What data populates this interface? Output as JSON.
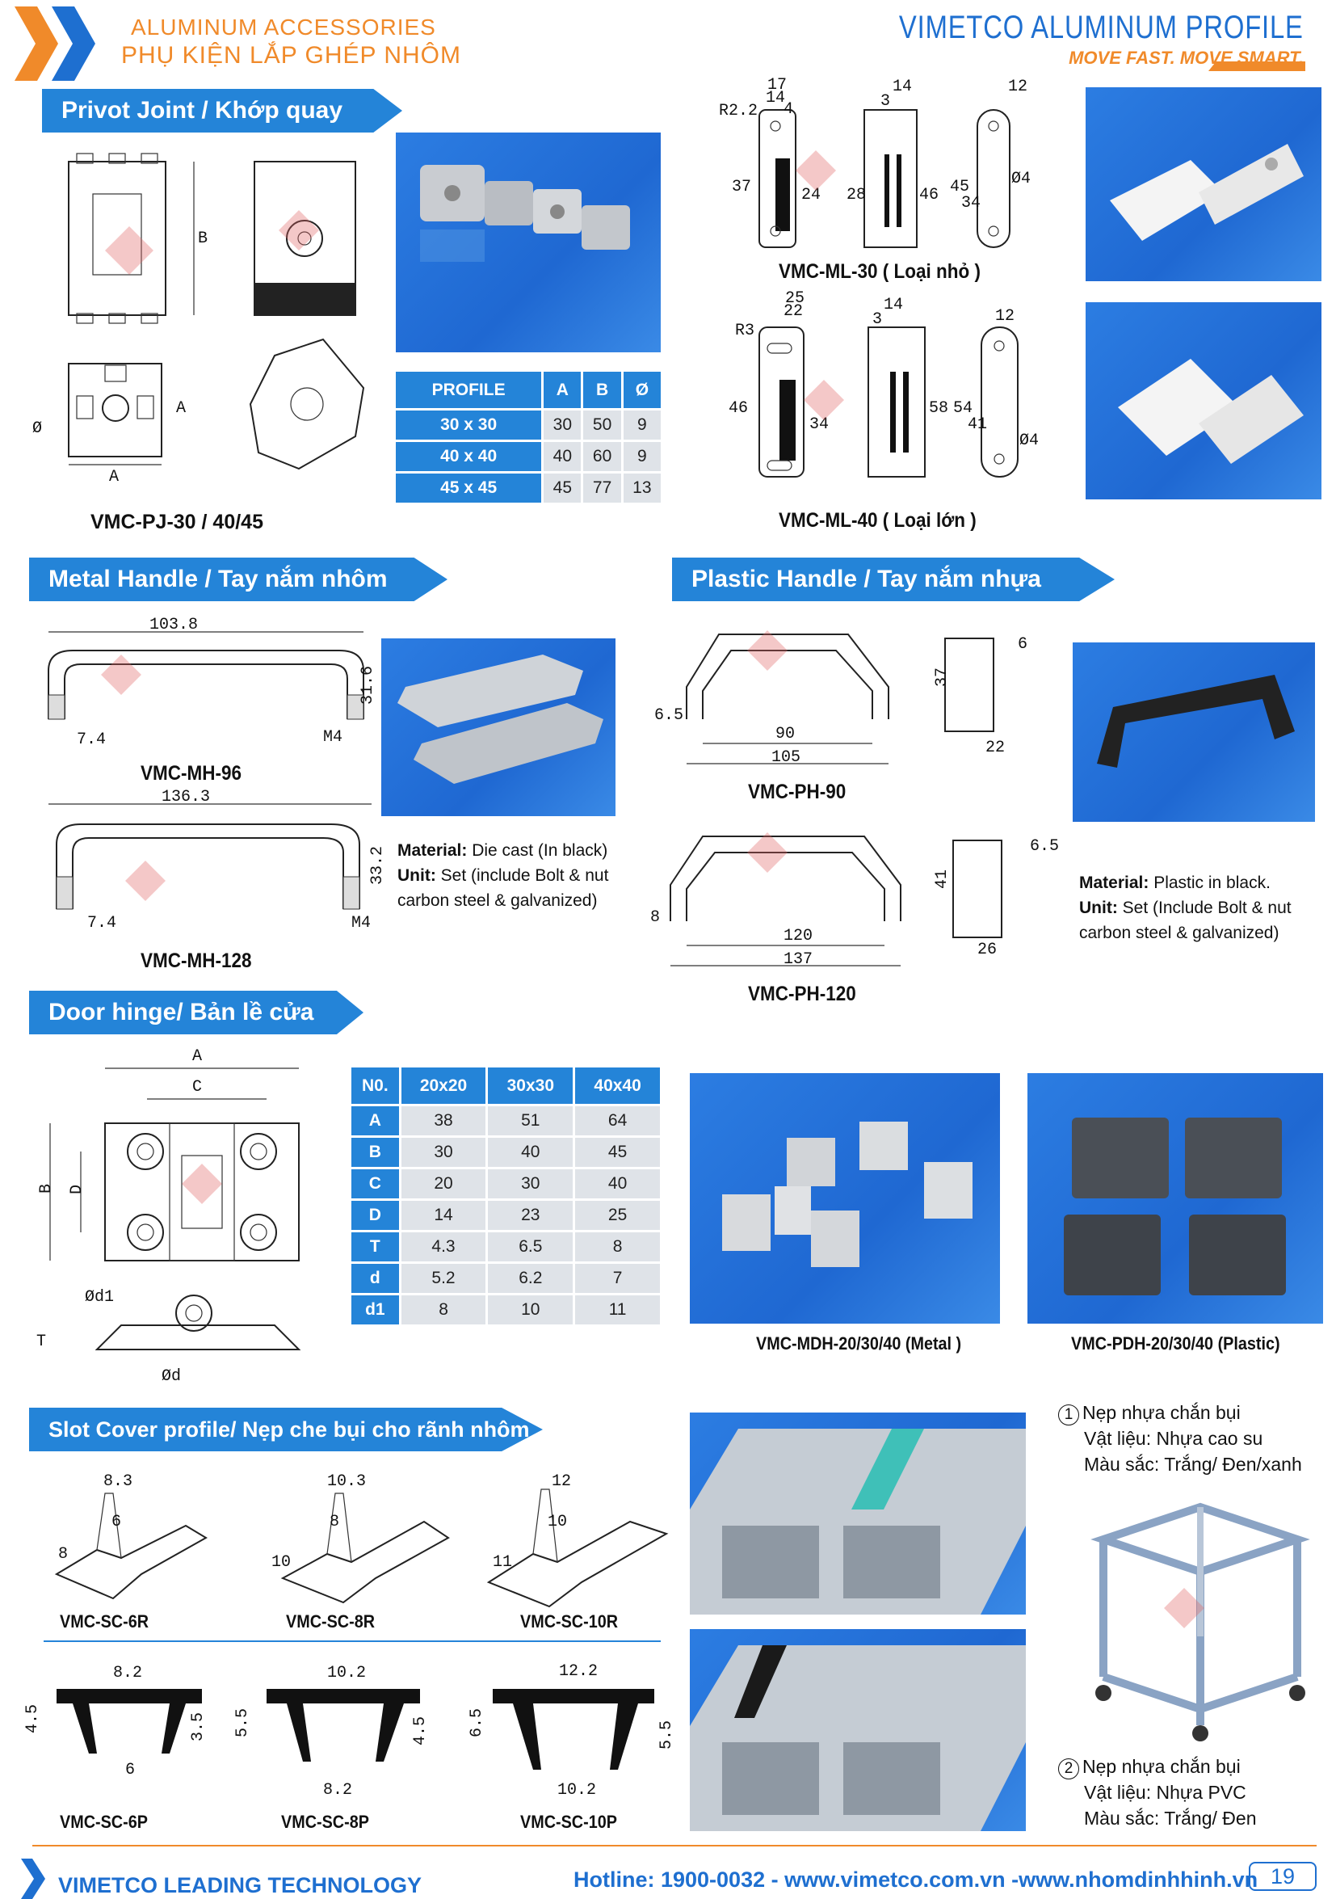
{
  "header": {
    "title_en": "ALUMINUM ACCESSORIES",
    "title_vn": "PHỤ KIỆN LẮP GHÉP NHÔM",
    "brand": "VIMETCO ALUMINUM PROFILE",
    "slogan": "MOVE FAST. MOVE SMART."
  },
  "sections": {
    "pivot": "Privot Joint / Khớp quay",
    "metal_handle": "Metal Handle /  Tay nắm nhôm",
    "plastic_handle": "Plastic Handle /  Tay nắm nhựa",
    "door_hinge": "Door hinge/ Bản lề cửa",
    "slot_cover": "Slot Cover profile/ Nẹp che bụi cho rãnh nhôm"
  },
  "pivot": {
    "caption": "VMC-PJ-30 / 40/45",
    "table": {
      "headers": [
        "PROFILE",
        "A",
        "B",
        "Ø"
      ],
      "rows": [
        [
          "30 x 30",
          "30",
          "50",
          "9"
        ],
        [
          "40 x 40",
          "40",
          "60",
          "9"
        ],
        [
          "45 x 45",
          "45",
          "77",
          "13"
        ]
      ]
    },
    "dims": {
      "B": "B",
      "A1": "A",
      "A2": "A",
      "phi": "Ø"
    }
  },
  "magnet": {
    "small_caption": "VMC-ML-30 ( Loại nhỏ )",
    "large_caption": "VMC-ML-40 ( Loại lớn )",
    "small_dims": {
      "d1": "17",
      "d2": "14",
      "d3": "4",
      "r": "R2.2",
      "d4": "14",
      "d5": "3",
      "d6": "12",
      "h1": "37",
      "h2": "24",
      "h3": "28",
      "h4": "46",
      "h5": "45",
      "h6": "34",
      "h7": "Ø4"
    },
    "large_dims": {
      "d1": "25",
      "d2": "22",
      "r": "R3",
      "d4": "14",
      "d5": "3",
      "d6": "12",
      "h1": "46",
      "h2": "34",
      "h3": "58",
      "h4": "54",
      "h5": "41",
      "h7": "Ø4"
    }
  },
  "metal_handle": {
    "mh96": {
      "caption": "VMC-MH-96",
      "w": "103.8",
      "h": "31.6",
      "e": "7.4",
      "m": "M4"
    },
    "mh128": {
      "caption": "VMC-MH-128",
      "w": "136.3",
      "h": "33.2",
      "e": "7.4",
      "m": "M4"
    },
    "material_label": "Material:",
    "material": " Die cast (In black)",
    "unit_label": "Unit:",
    "unit": " Set (include Bolt & nut",
    "unit2": "carbon steel & galvanized)"
  },
  "plastic_handle": {
    "ph90": {
      "caption": "VMC-PH-90",
      "a": "6.5",
      "b": "90",
      "c": "105",
      "d": "37",
      "e": "6",
      "f": "22"
    },
    "ph120": {
      "caption": "VMC-PH-120",
      "a": "8",
      "b": "120",
      "c": "137",
      "d": "41",
      "e": "6.5",
      "f": "26"
    },
    "material_label": "Material:",
    "material": " Plastic in black.",
    "unit_label": "Unit:",
    "unit": " Set (Include Bolt & nut",
    "unit2": "carbon steel & galvanized)"
  },
  "hinge": {
    "dims": {
      "A": "A",
      "C": "C",
      "B": "B",
      "D": "D",
      "d1": "Ød1",
      "T": "T",
      "d": "Ød"
    },
    "table": {
      "headers": [
        "N0.",
        "20x20",
        "30x30",
        "40x40"
      ],
      "rows": [
        [
          "A",
          "38",
          "51",
          "64"
        ],
        [
          "B",
          "30",
          "40",
          "45"
        ],
        [
          "C",
          "20",
          "30",
          "40"
        ],
        [
          "D",
          "14",
          "23",
          "25"
        ],
        [
          "T",
          "4.3",
          "6.5",
          "8"
        ],
        [
          "d",
          "5.2",
          "6.2",
          "7"
        ],
        [
          "d1",
          "8",
          "10",
          "11"
        ]
      ]
    },
    "metal_caption": "VMC-MDH-20/30/40 (Metal )",
    "plastic_caption": "VMC-PDH-20/30/40 (Plastic)"
  },
  "slot_cover": {
    "r_items": [
      {
        "caption": "VMC-SC-6R",
        "w": "8.3",
        "a": "6",
        "b": "8"
      },
      {
        "caption": "VMC-SC-8R",
        "w": "10.3",
        "a": "8",
        "b": "10"
      },
      {
        "caption": "VMC-SC-10R",
        "w": "12",
        "a": "10",
        "b": "11"
      }
    ],
    "p_items": [
      {
        "caption": "VMC-SC-6P",
        "w": "8.2",
        "h": "4.5",
        "b": "6",
        "s": "3.5"
      },
      {
        "caption": "VMC-SC-8P",
        "w": "10.2",
        "h": "5.5",
        "b": "8.2",
        "s": "4.5"
      },
      {
        "caption": "VMC-SC-10P",
        "w": "12.2",
        "h": "6.5",
        "b": "10.2",
        "s": "5.5"
      }
    ],
    "note1": {
      "num": "1",
      "title": "Nẹp nhựa chắn bụi",
      "mat": "Vật liệu: Nhựa cao su",
      "color": "Màu sắc: Trắng/ Đen/xanh"
    },
    "note2": {
      "num": "2",
      "title": "Nẹp nhựa chắn bụi",
      "mat": "Vật liệu: Nhựa PVC",
      "color": "Màu sắc: Trắng/ Đen"
    }
  },
  "footer": {
    "left": "VIMETCO LEADING TECHNOLOGY",
    "contact": "Hotline: 1900-0032  - www.vimetco.com.vn  -www.nhomdinhhinh.vn",
    "page": "19"
  },
  "colors": {
    "accent_blue": "#2484d8",
    "accent_orange": "#f08a2a"
  }
}
